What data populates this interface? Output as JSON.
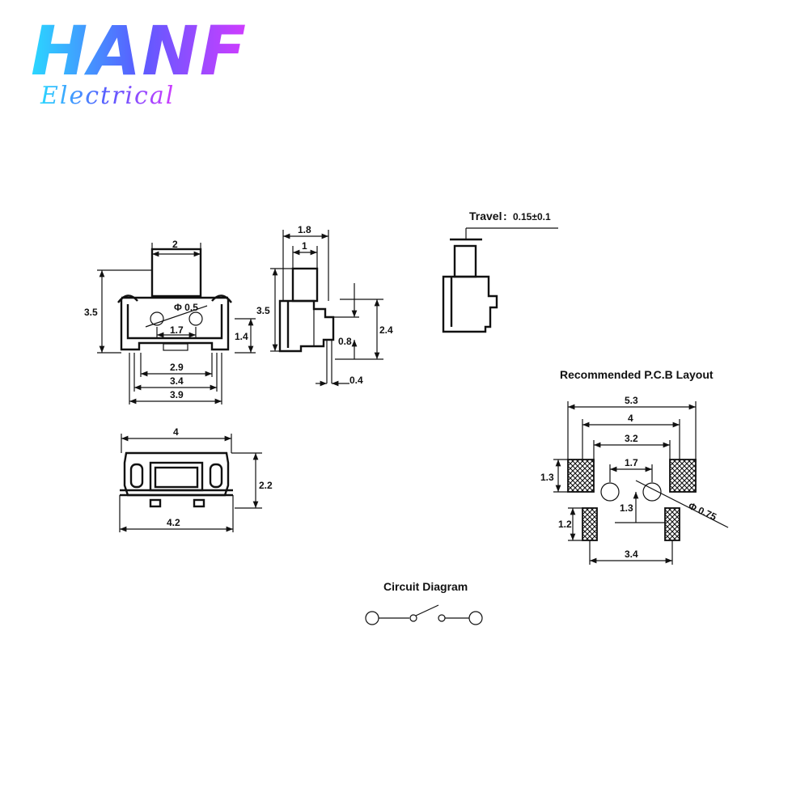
{
  "logo": {
    "brand": "HANF",
    "subtitle": "Electrical"
  },
  "travel": {
    "label": "Travel",
    "value": "0.15±0.1"
  },
  "front_view": {
    "height": "3.5",
    "actuator_width": "2",
    "hole_diameter": "Φ 0.5",
    "hole_pitch": "1.7",
    "hole_height": "1.4",
    "base_inner": "2.9",
    "base_mid": "3.4",
    "base_outer": "3.9"
  },
  "side_view": {
    "depth_total": "1.8",
    "actuator_depth": "1",
    "height": "3.5",
    "body_height": "2.4",
    "step": "0.8",
    "lead_thickness": "0.4"
  },
  "bottom_view": {
    "body_width": "4",
    "overall_width": "4.2",
    "height": "2.2"
  },
  "pcb": {
    "title": "Recommended P.C.B Layout",
    "outer": "5.3",
    "mid": "4",
    "inner": "3.2",
    "hole_pitch": "1.7",
    "pad_height_top": "1.3",
    "pad_height_bottom": "1.2",
    "hole_offset": "1.3",
    "bottom_span": "3.4",
    "hole_diameter": "Φ 0.75"
  },
  "circuit": {
    "title": "Circuit Diagram"
  },
  "colors": {
    "logo_start": "#2ad8ff",
    "logo_mid": "#5a5cff",
    "logo_end": "#d03cff",
    "line": "#111111"
  }
}
